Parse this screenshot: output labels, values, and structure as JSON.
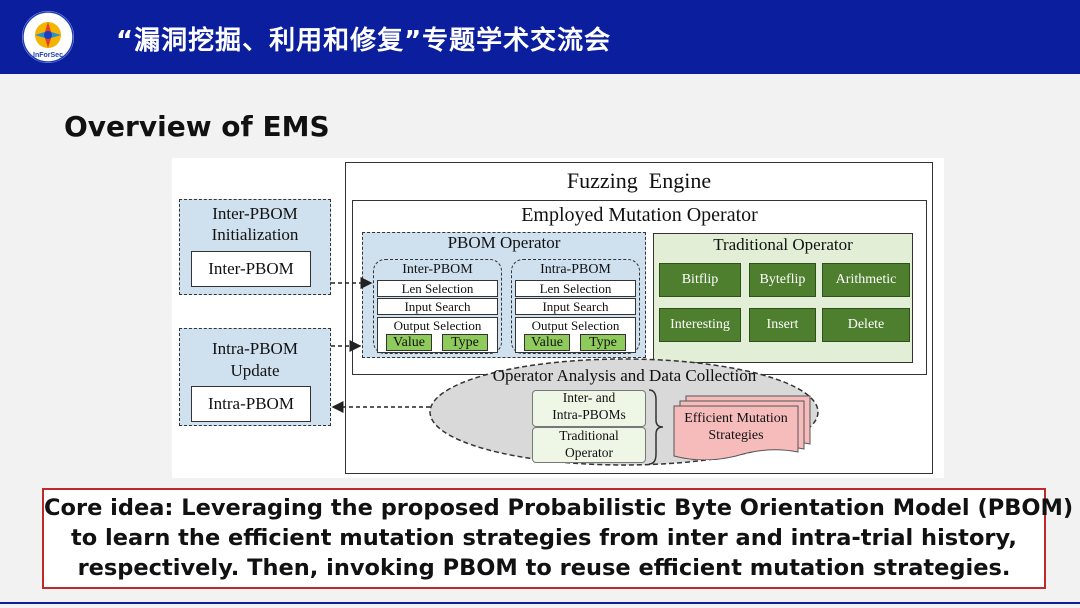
{
  "header": {
    "title": "“漏洞挖掘、利用和修复”专题学术交流会",
    "logo_text": "InForSec",
    "brand_color": "#0b1f9e"
  },
  "slide": {
    "title": "Overview of EMS"
  },
  "diagram": {
    "fuzzing_engine": "Fuzzing  Engine",
    "employed_mutation_operator": "Employed Mutation Operator",
    "inter_init": {
      "title_line1": "Inter-PBOM",
      "title_line2": "Initialization",
      "box": "Inter-PBOM"
    },
    "intra_update": {
      "title_line1": "Intra-PBOM",
      "title_line2": "Update",
      "box": "Intra-PBOM"
    },
    "pbom_operator": {
      "title": "PBOM Operator",
      "inter": {
        "title": "Inter-PBOM",
        "len": "Len Selection",
        "input": "Input Search",
        "output": "Output Selection",
        "value": "Value",
        "type": "Type"
      },
      "intra": {
        "title": "Intra-PBOM",
        "len": "Len Selection",
        "input": "Input Search",
        "output": "Output Selection",
        "value": "Value",
        "type": "Type"
      }
    },
    "traditional_operator": {
      "title": "Traditional Operator",
      "ops": [
        "Bitflip",
        "Byteflip",
        "Arithmetic",
        "Interesting",
        "Insert",
        "Delete"
      ]
    },
    "analysis": {
      "title": "Operator Analysis and Data Collection",
      "box1_line1": "Inter- and",
      "box1_line2": "Intra-PBOMs",
      "box2_line1": "Traditional",
      "box2_line2": "Operator",
      "strategies_line1": "Efficient Mutation",
      "strategies_line2": "Strategies"
    }
  },
  "core_idea": {
    "line1": "Core idea: Leveraging the proposed Probabilistic Byte Orientation Model (PBOM)",
    "line2": "to learn the efficient mutation strategies from inter and intra-trial history,",
    "line3": "respectively. Then, invoking PBOM to reuse efficient mutation strategies."
  }
}
